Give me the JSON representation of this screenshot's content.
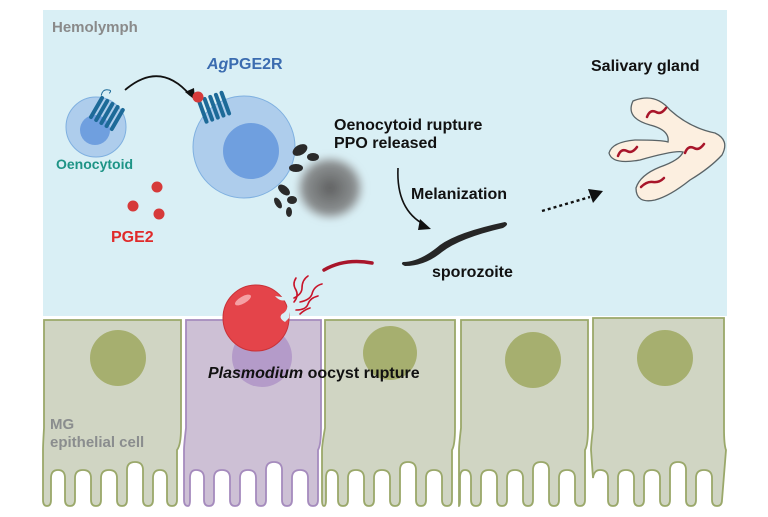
{
  "figure": {
    "regions": {
      "hemolymph": {
        "label": "Hemolymph",
        "color": "#d9eff5"
      },
      "midgut": {
        "label_line1": "MG",
        "label_line2": "epithelial cell"
      }
    },
    "labels": {
      "receptor_prefix": "Ag",
      "receptor_suffix": "PGE2R",
      "oenocytoid": "Oenocytoid",
      "pge2": "PGE2",
      "rupture_line1": "Oenocytoid rupture",
      "rupture_line2": "PPO released",
      "melanization": "Melanization",
      "sporozoite": "sporozoite",
      "salivary_gland": "Salivary gland",
      "oocyst_italic": "Plasmodium",
      "oocyst_rest": " oocyst rupture"
    },
    "colors": {
      "hemolymph_bg": "#d9eff5",
      "cell_fill": "#d0d5c3",
      "cell_border": "#9aa86a",
      "nucleus": "#a6af6f",
      "infected_cell_fill": "#cdc0d5",
      "infected_cell_border": "#a58bbd",
      "oenocytoid_outer": "#aecdec",
      "oenocytoid_inner": "#6f9fdf",
      "receptor": "#1d6a98",
      "pge2": "#d63a3a",
      "oocyst": "#e4444a",
      "sporozoite_red": "#a8152a",
      "gland_fill": "#fcefe0",
      "melanin": "#2a2a2a",
      "label_receptor": "#3b6cb0",
      "label_oenocytoid": "#1e9486",
      "label_pge2": "#e02a2a",
      "label_grey": "#8a8a8a"
    },
    "epithelium": {
      "cell_count": 5,
      "infected_cell_index": 1
    }
  }
}
